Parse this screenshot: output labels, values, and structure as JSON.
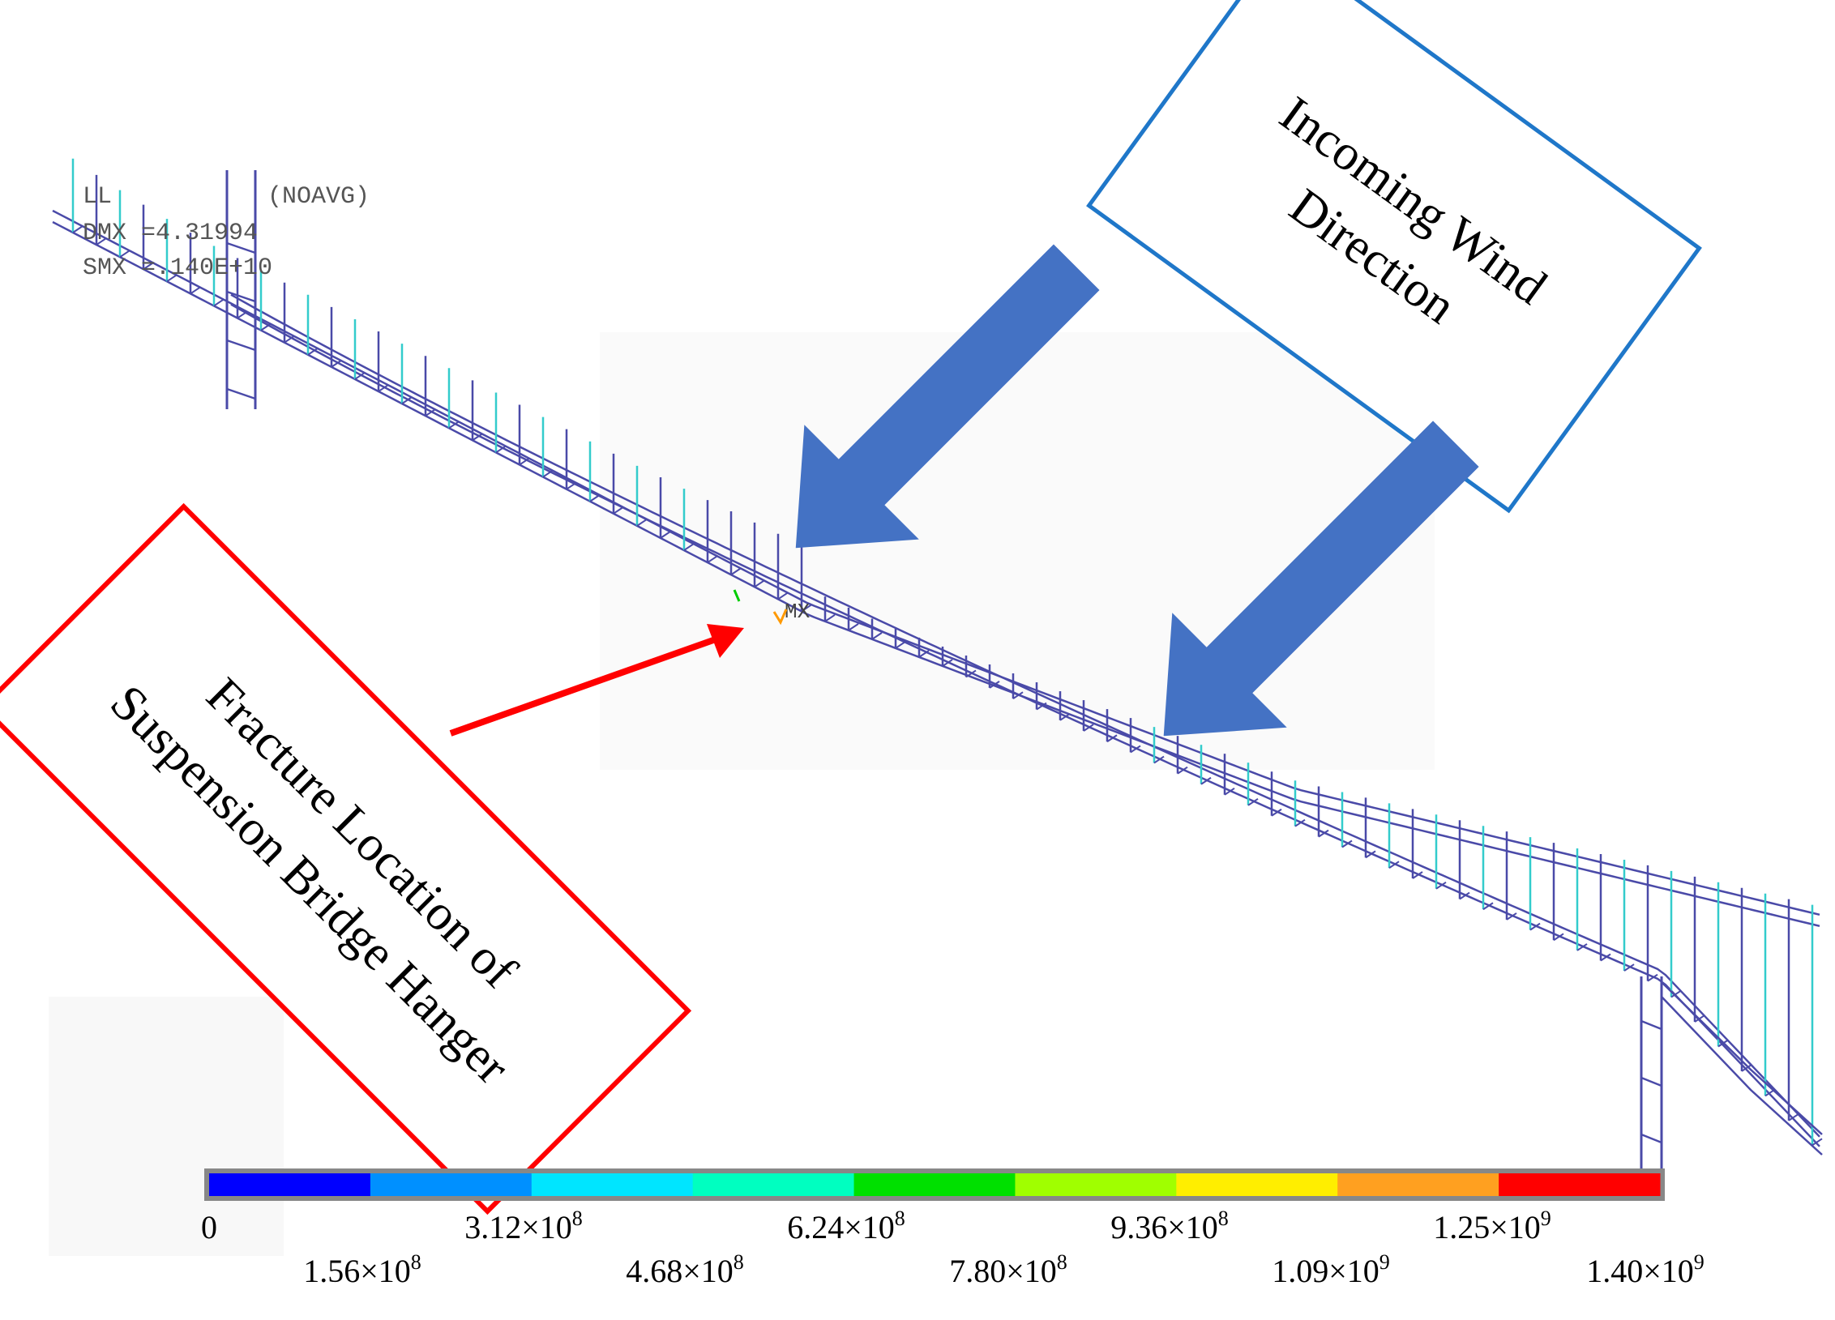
{
  "ansys_header": {
    "line1_left": "LL",
    "line1_right": "(NOAVG)",
    "line2": "DMX =4.31994",
    "line3": "SMX =.140E+10"
  },
  "max_marker": "MX",
  "wind_box": {
    "line1": "Incoming Wind",
    "line2": "Direction",
    "border_color": "#1f77c9"
  },
  "fracture_box": {
    "line1": "Fracture Location of",
    "line2": "Suspension Bridge Hanger",
    "border_color": "#ff0000"
  },
  "wind_arrow_color": "#4472c4",
  "pointer_arrow_color": "#ff0000",
  "structure_color": "#4a4aa8",
  "hanger_highlight_color": "#33cccc",
  "colorbar": {
    "segment_colors": [
      "#0000ff",
      "#0090ff",
      "#00e5ff",
      "#00ffc0",
      "#00e000",
      "#a0ff00",
      "#ffee00",
      "#ffa020",
      "#ff0000"
    ],
    "upper_labels": [
      "0",
      "3.12×10",
      "6.24×10",
      "9.36×10",
      "1.25×10"
    ],
    "upper_exponents": [
      "",
      "8",
      "8",
      "8",
      "9"
    ],
    "lower_labels": [
      "1.56×10",
      "4.68×10",
      "7.80×10",
      "1.09×10",
      "1.40×10"
    ],
    "lower_exponents": [
      "8",
      "8",
      "8",
      "9",
      "9"
    ]
  }
}
